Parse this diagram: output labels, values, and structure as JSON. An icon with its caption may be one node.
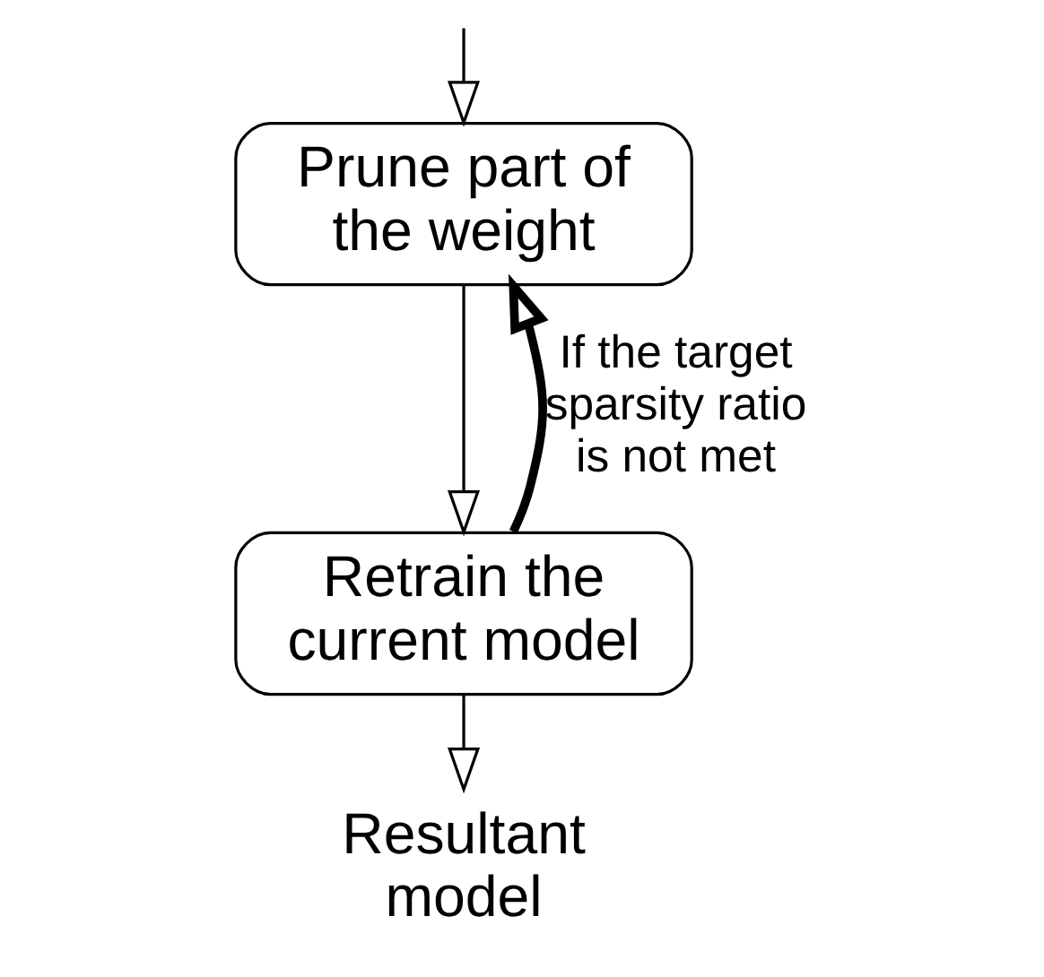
{
  "diagram": {
    "nodes": [
      {
        "text": [
          "Prune part of the weight"
        ]
      },
      {
        "text": [
          "Retrain the current model"
        ]
      },
      {
        "text": [
          "Resultant model"
        ]
      }
    ],
    "edges": [
      {
        "from": null,
        "to": 0,
        "arrow": "to"
      },
      {
        "from": 0,
        "to": 1,
        "arrow": "to"
      },
      {
        "from": 1,
        "to": 2,
        "arrow": "to"
      },
      {
        "from": 1,
        "to": 0,
        "arrow": "to",
        "label": "If the target sparsity ratio is not met",
        "style": "thick"
      }
    ]
  }
}
